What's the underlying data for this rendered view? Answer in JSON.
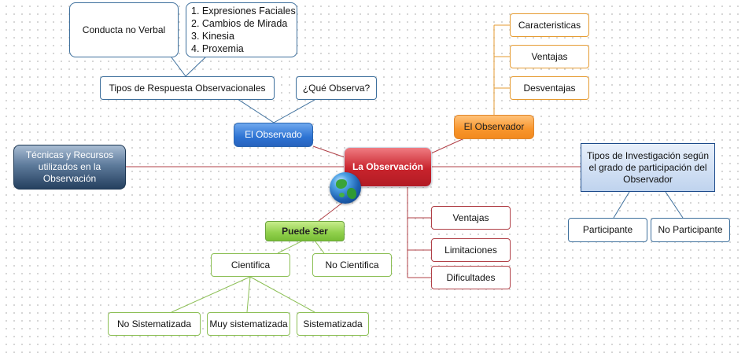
{
  "center": {
    "label": "La Observación"
  },
  "tecnicas": {
    "label": "Técnicas y Recursos utilizados en la Observación"
  },
  "observado": {
    "label": "El Observado",
    "tipos_respuesta": "Tipos de Respuesta Observacionales",
    "que_observa": "¿Qué Observa?",
    "conducta": "Conducta no Verbal",
    "conducta_items": [
      "1. Expresiones Faciales",
      "2. Cambios de Mirada",
      "3. Kinesia",
      "4. Proxemia"
    ]
  },
  "observador": {
    "label": "El Observador",
    "items": [
      "Caracteristicas",
      "Ventajas",
      "Desventajas"
    ]
  },
  "investigacion": {
    "label": "Tipos de Investigación según el grado de participación del Observador",
    "items": [
      "Participante",
      "No Participante"
    ]
  },
  "center_children": [
    "Ventajas",
    "Limitaciones",
    "Dificultades"
  ],
  "puede_ser": {
    "label": "Puede Ser",
    "cientifica": "Cientifica",
    "no_cientifica": "No Cientifica",
    "tipos": [
      "No Sistematizada",
      "Muy sistematizada",
      "Sistematizada"
    ]
  },
  "colors": {
    "red": "#b04047",
    "blue": "#3d6f9c",
    "orange": "#e59b32",
    "green": "#8cbf55"
  }
}
